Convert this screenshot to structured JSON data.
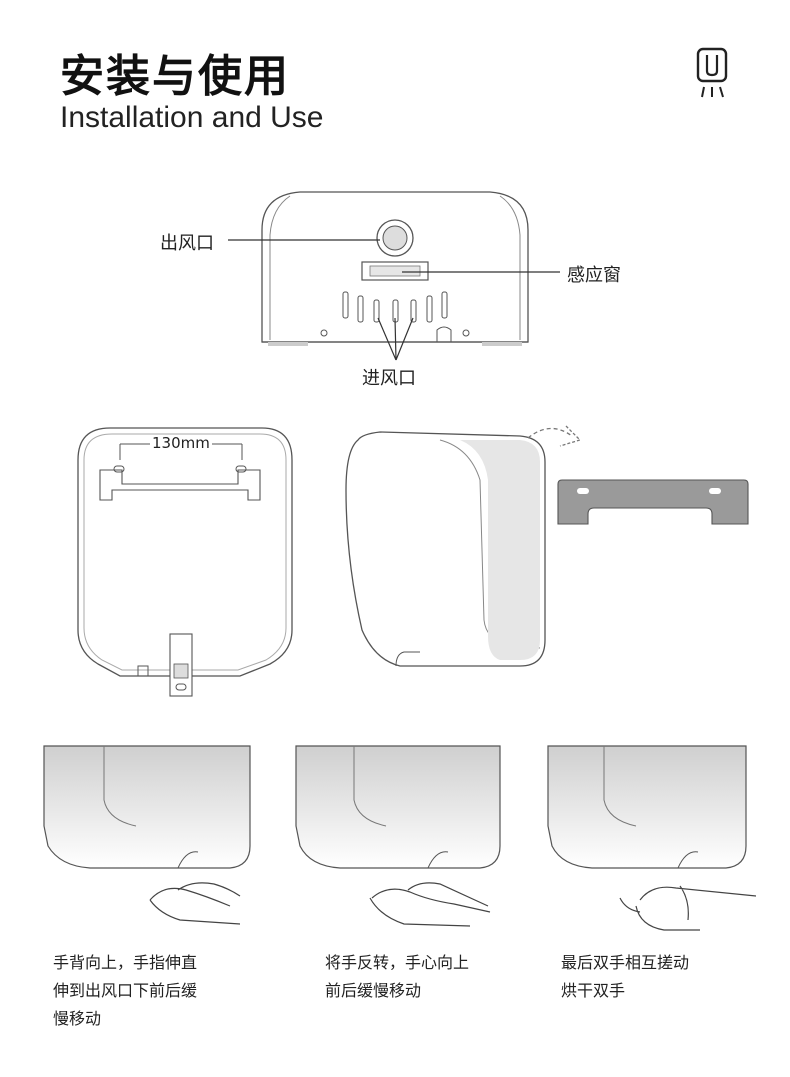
{
  "header": {
    "title_zh": "安装与使用",
    "title_en": "Installation and Use",
    "logo_icon": "hand-dryer-logo-icon"
  },
  "front_view": {
    "outlet_label": "出风口",
    "sensor_label": "感应窗",
    "inlet_label": "进风口"
  },
  "mounting": {
    "dimension_label": "130mm"
  },
  "steps": [
    {
      "lines": [
        "手背向上，手指伸直",
        "伸到出风口下前后缓",
        "慢移动"
      ]
    },
    {
      "lines": [
        "将手反转，手心向上",
        "前后缓慢移动"
      ]
    },
    {
      "lines": [
        "最后双手相互搓动",
        "烘干双手"
      ]
    }
  ],
  "colors": {
    "line": "#555555",
    "shade": "#e6e6e6",
    "bracket": "#9a9a9a"
  }
}
